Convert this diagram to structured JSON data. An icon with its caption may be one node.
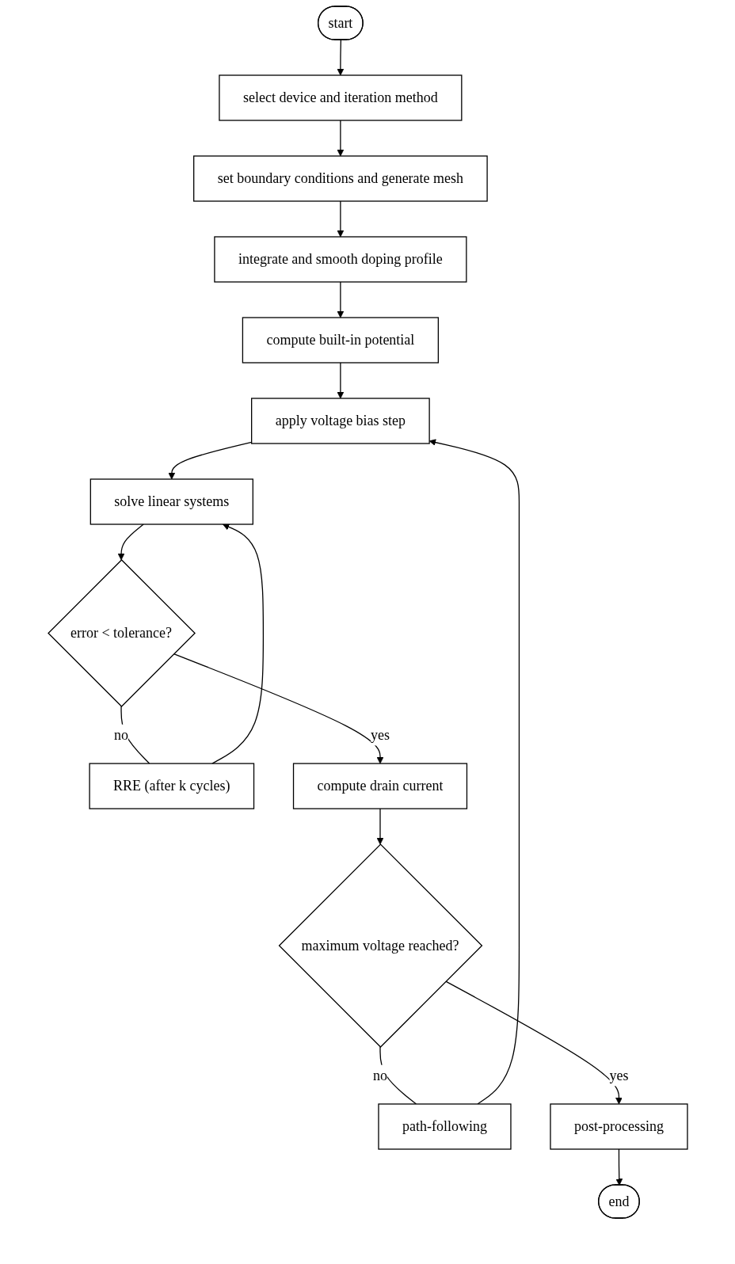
{
  "diagram": {
    "nodes": [
      {
        "text": [
          "start"
        ]
      },
      {
        "text": [
          "select device and iteration method"
        ]
      },
      {
        "text": [
          "set boundary conditions and generate mesh"
        ]
      },
      {
        "text": [
          "integrate and smooth doping profile"
        ]
      },
      {
        "text": [
          "compute built-in potential"
        ]
      },
      {
        "text": [
          "apply voltage bias step"
        ]
      },
      {
        "text": [
          "solve linear systems"
        ]
      },
      {
        "text": [
          "RRE (after k cycles)"
        ]
      },
      {
        "text": [
          "error < tolerance?"
        ]
      },
      {
        "text": [
          "compute drain current"
        ]
      },
      {
        "text": [
          "path-following"
        ]
      },
      {
        "text": [
          "maximum voltage reached?"
        ]
      },
      {
        "text": [
          "post-processing"
        ]
      },
      {
        "text": [
          "end"
        ]
      }
    ],
    "edges": [
      {
        "from": 0,
        "to": 1,
        "arrow": "to"
      },
      {
        "from": 1,
        "to": 2,
        "arrow": "to"
      },
      {
        "from": 2,
        "to": 3,
        "arrow": "to"
      },
      {
        "from": 3,
        "to": 4,
        "arrow": "to"
      },
      {
        "from": 4,
        "to": 5,
        "arrow": "to"
      },
      {
        "from": 5,
        "to": 6,
        "arrow": "to"
      },
      {
        "from": 7,
        "to": 6,
        "arrow": "to"
      },
      {
        "from": 6,
        "to": 8,
        "arrow": "to"
      },
      {
        "from": 8,
        "to": 7,
        "label": "no",
        "arrow": "none"
      },
      {
        "from": 8,
        "to": 9,
        "label": "yes",
        "arrow": "to"
      },
      {
        "from": 9,
        "to": 11,
        "arrow": "to"
      },
      {
        "from": 11,
        "to": 10,
        "label": "no",
        "arrow": "none"
      },
      {
        "from": 10,
        "to": 5,
        "arrow": "to"
      },
      {
        "from": 11,
        "to": 12,
        "label": "yes",
        "arrow": "to"
      },
      {
        "from": 12,
        "to": 13,
        "arrow": "to"
      }
    ]
  }
}
